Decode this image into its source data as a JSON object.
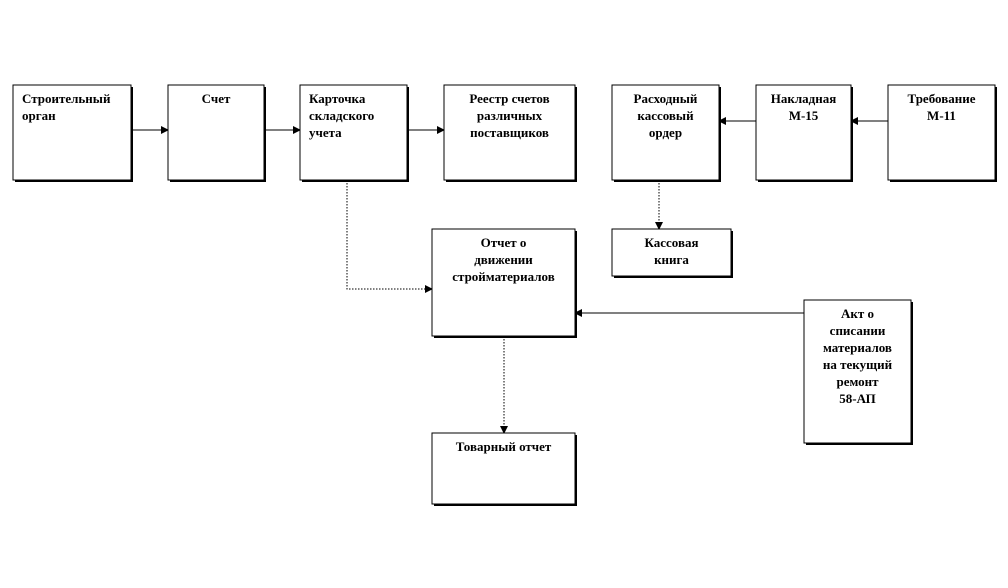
{
  "diagram": {
    "nodes": [
      {
        "id": "stroitelny-organ",
        "lines": [
          "Строительный",
          "орган"
        ]
      },
      {
        "id": "schet",
        "lines": [
          "Счет"
        ]
      },
      {
        "id": "kartochka",
        "lines": [
          "Карточка",
          "складского",
          "учета"
        ]
      },
      {
        "id": "reestr",
        "lines": [
          "Реестр счетов",
          "различных",
          "поставщиков"
        ]
      },
      {
        "id": "raskhodny-order",
        "lines": [
          "Расходный",
          "кассовый",
          "ордер"
        ]
      },
      {
        "id": "nakladnaya",
        "lines": [
          "Накладная",
          "М-15"
        ]
      },
      {
        "id": "trebovanie",
        "lines": [
          "Требование",
          "М-11"
        ]
      },
      {
        "id": "kassovaya-kniga",
        "lines": [
          "Кассовая",
          "книга"
        ]
      },
      {
        "id": "otchet-dvizhenie",
        "lines": [
          "Отчет о",
          "движении",
          "стройматериалов"
        ]
      },
      {
        "id": "akt-spisaniya",
        "lines": [
          "Акт о",
          "списании",
          "материалов",
          "на текущий",
          "ремонт",
          "58-АП"
        ]
      },
      {
        "id": "tovarny-otchet",
        "lines": [
          "Товарный отчет"
        ]
      }
    ],
    "edges": [
      {
        "from": "stroitelny-organ",
        "to": "schet",
        "style": "solid"
      },
      {
        "from": "schet",
        "to": "kartochka",
        "style": "solid"
      },
      {
        "from": "kartochka",
        "to": "reestr",
        "style": "solid"
      },
      {
        "from": "trebovanie",
        "to": "nakladnaya",
        "style": "solid"
      },
      {
        "from": "nakladnaya",
        "to": "raskhodny-order",
        "style": "solid"
      },
      {
        "from": "raskhodny-order",
        "to": "kassovaya-kniga",
        "style": "dotted"
      },
      {
        "from": "kartochka",
        "to": "otchet-dvizhenie",
        "style": "dotted"
      },
      {
        "from": "akt-spisaniya",
        "to": "otchet-dvizhenie",
        "style": "solid"
      },
      {
        "from": "otchet-dvizhenie",
        "to": "tovarny-otchet",
        "style": "dotted"
      }
    ]
  }
}
